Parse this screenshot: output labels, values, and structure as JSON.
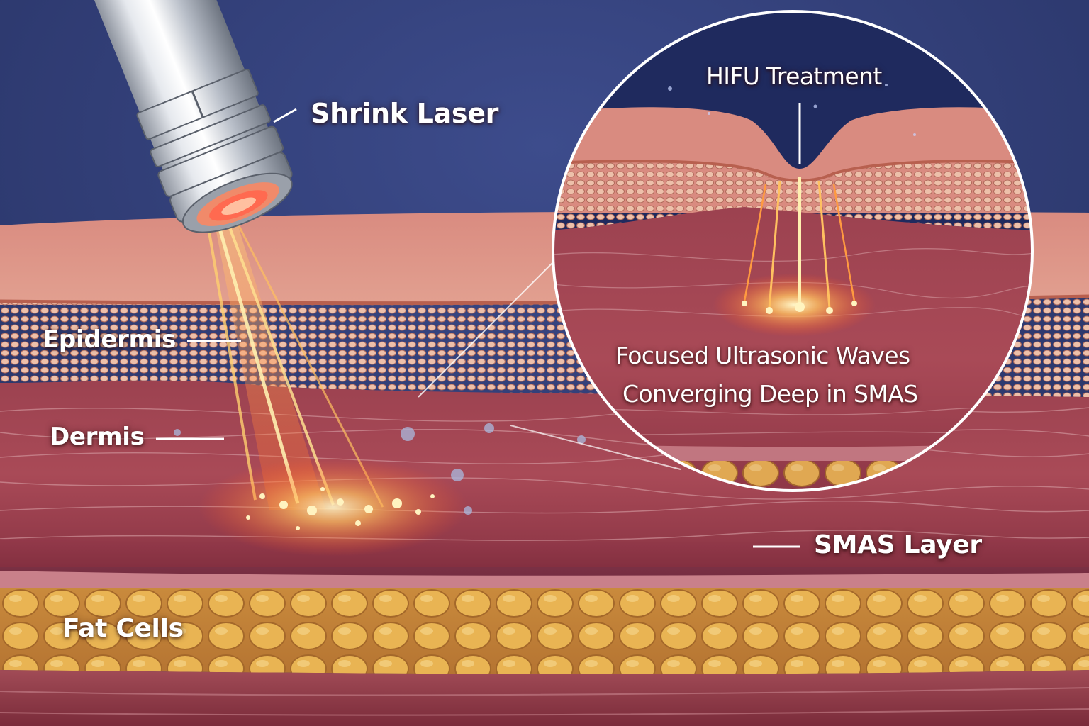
{
  "labels": {
    "shrink_laser": "Shrink Laser",
    "epidermis": "Epidermis",
    "dermis": "Dermis",
    "smas_layer": "SMAS Layer",
    "fat_cells": "Fat Cells"
  },
  "inset": {
    "title": "HIFU Treatment",
    "caption_line1": "Focused Ultrasonic  Waves",
    "caption_line2": "Converging Deep in SMAS"
  },
  "colors": {
    "background": "#2d3a70",
    "skin_surface": "#d98a7e",
    "epidermis": "#e0a08e",
    "dermis": "#a94a55",
    "smas": "#8e3444",
    "fat": "#e0aa4a",
    "beam": "#ffb040"
  }
}
